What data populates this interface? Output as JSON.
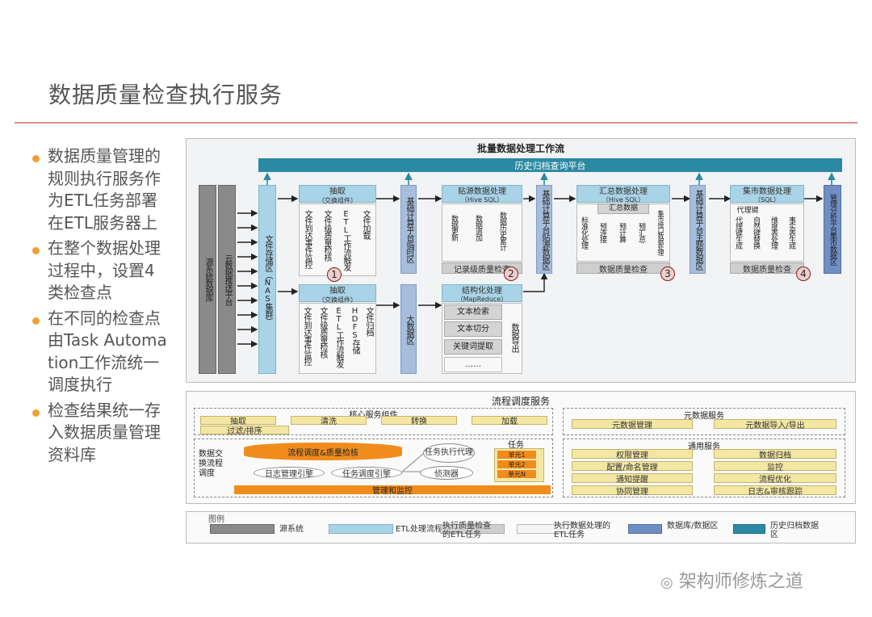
{
  "title": "数据质量检查执行服务",
  "bullets": [
    "数据质量管理的规则执行服务作为ETL任务部署在ETL服务器上",
    "在整个数据处理过程中，设置4类检查点",
    "在不同的检查点由Task Automation工作流统一调度执行",
    "检查结果统一存入数据质量管理资料库"
  ],
  "colors": {
    "accent_rule": "#e68a8a",
    "bullet_dot": "#f0a030",
    "history_bar": "#2b8aa3",
    "etl_flow": "#a9d3e6",
    "source": "#8a8a8a",
    "db_area": "#a6bedb",
    "orange": "#f08c1c",
    "yellow": "#f4e7a4"
  },
  "diagram": {
    "workflow_title": "批量数据处理工作流",
    "history_platform": "历史归档查询平台",
    "source_db": "源系统数据库",
    "cloud_push": "云数据推送平台",
    "file_store": "文件存储区（NAS集群）",
    "extract_top": {
      "header": "抽取",
      "sub": "（交换组件）",
      "items": [
        "文件到达事件监控",
        "文件级质量检核",
        "ETL工作流触发",
        "文件加载"
      ]
    },
    "extract_bottom": {
      "header": "抽取",
      "sub": "（交换组件）",
      "items": [
        "文件到达事件监控",
        "文件级质量检核",
        "ETL工作流触发",
        "HDFS存储",
        "文件归档"
      ]
    },
    "base_temp": "基础计算平台临时区",
    "big_data": "大数据区",
    "source_proc": {
      "header": "贴源数据处理",
      "sub": "（Hive SQL）",
      "items": [
        "数据更新",
        "数据追加",
        "数据历史累计"
      ],
      "check": "记录级质量检查"
    },
    "source_area": "基础计算平台贴源数据区",
    "struct_proc": {
      "header": "结构化处理",
      "sub": "（MapReduce）",
      "items": [
        "文本检索",
        "文本切分",
        "关键词提取",
        "……"
      ],
      "export": "数据导出"
    },
    "agg_proc": {
      "header": "汇总数据处理",
      "sub": "（Hive SQL）",
      "summary": "汇总数据",
      "items": [
        "标准化处理",
        "预连接",
        "预计算",
        "预汇总",
        "集市接口数据处理"
      ],
      "check": "数据质量检查"
    },
    "theme_area": "基础计算平台主题数据区",
    "mart_proc": {
      "header": "集市数据处理",
      "sub": "（SQL）",
      "top_item": "代理键",
      "items": [
        "代理键生成",
        "自然键替换",
        "维度表处理",
        "事实表生成"
      ],
      "check": "数据质量检查"
    },
    "mgmt_area": "管理分析平台集市数据区",
    "checkpoints": [
      "1",
      "2",
      "3",
      "4"
    ],
    "scheduling": {
      "title": "流程调度服务",
      "core_title": "核心服务组件",
      "core_items": [
        "抽取",
        "清洗",
        "转换",
        "加载",
        "过滤/排序"
      ],
      "meta_title": "元数据服务",
      "meta_items": [
        "元数据管理",
        "元数据导入/导出"
      ],
      "exchange_label": "数据交换流程调度",
      "flow_check": "流程调度&质量检核",
      "log_engine": "日志管理引擎",
      "task_engine": "任务调度引擎",
      "task_agent": "任务执行代理",
      "detector": "侦测器",
      "tasks_title": "任务",
      "task_units": [
        "单元1",
        "单元2",
        "单元N"
      ],
      "monitor": "管理和监控",
      "common_title": "通用服务",
      "common_items": [
        "权限管理",
        "数据归档",
        "配置/命名管理",
        "监控",
        "通知提醒",
        "流程优化",
        "协同管理",
        "日志&审核跟踪"
      ]
    },
    "legend": {
      "title": "图例",
      "items": [
        {
          "color": "#8a8a8a",
          "label": "源系统"
        },
        {
          "color": "#a9d3e6",
          "label": "ETL处理流程"
        },
        {
          "color": "#cfcfcf",
          "label": "执行质量检查的ETL任务"
        },
        {
          "color": "#f4f4f4",
          "label": "执行数据处理的ETL任务"
        },
        {
          "color": "#6f8fc4",
          "label": "数据库/数据区"
        },
        {
          "color": "#2b8aa3",
          "label": "历史归档数据区"
        }
      ]
    }
  },
  "watermark": "架构师修炼之道"
}
